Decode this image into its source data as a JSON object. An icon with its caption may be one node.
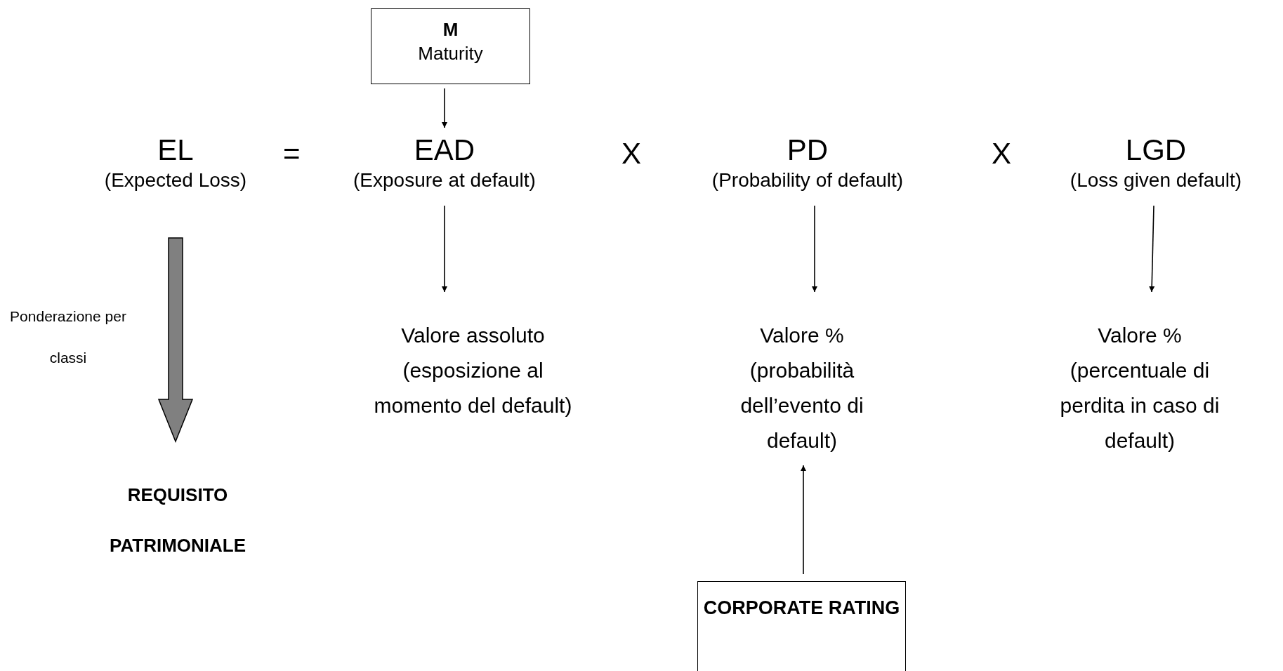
{
  "diagram": {
    "nodes": [
      {
        "text": [
          "M",
          "Maturity"
        ]
      },
      {
        "text": [
          "EL",
          "(Expected Loss)"
        ]
      },
      {
        "text": [
          "EAD",
          "(Exposure at default)"
        ]
      },
      {
        "text": [
          "PD",
          "(Probability of default)"
        ]
      },
      {
        "text": [
          "LGD",
          "(Loss given default)"
        ]
      },
      {
        "text": [
          "Valore assoluto (esposizione al momento del default)"
        ]
      },
      {
        "text": [
          "Valore % (probabilità dell’evento di default)"
        ]
      },
      {
        "text": [
          "Valore % (percentuale di perdita in caso di default)"
        ]
      },
      {
        "text": [
          "REQUISITO PATRIMONIALE"
        ]
      },
      {
        "text": [
          "CORPORATE RATING"
        ]
      }
    ],
    "edges": [
      {
        "from": 0,
        "to": 2,
        "arrow": "to"
      },
      {
        "from": 2,
        "to": 5,
        "arrow": "to"
      },
      {
        "from": 3,
        "to": 6,
        "arrow": "to"
      },
      {
        "from": 4,
        "to": 7,
        "arrow": "to"
      },
      {
        "from": 9,
        "to": 6,
        "arrow": "to"
      },
      {
        "from": 1,
        "to": 8,
        "arrow": "to",
        "style": "thick",
        "label": "Ponderazione per classi"
      }
    ],
    "labels": [
      "=",
      "X",
      "X"
    ]
  }
}
